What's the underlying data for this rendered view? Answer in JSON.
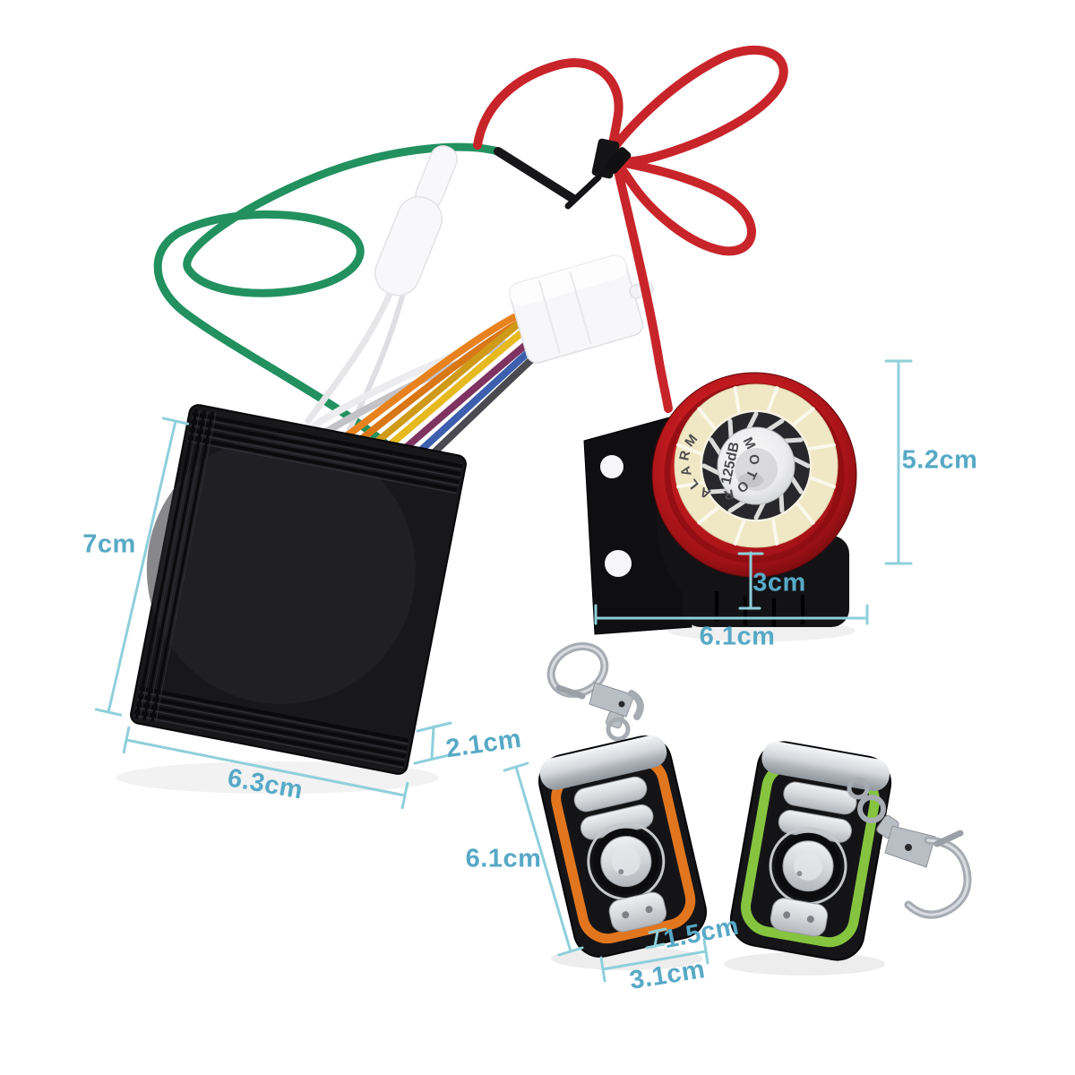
{
  "colors": {
    "background": "#ffffff",
    "annotation_line": "#8ecfdb",
    "annotation_text": "#57a9c6",
    "siren_red": "#c01a1f",
    "siren_cream": "#f0e7c4",
    "remote_accent_left": "#e2761e",
    "remote_accent_right": "#86c440",
    "wire_green": "#22915f",
    "wire_red": "#c8252b"
  },
  "dimensions": {
    "box_height": "7cm",
    "box_width": "6.3cm",
    "box_depth": "2.1cm",
    "siren_height": "5.2cm",
    "siren_base": "3cm",
    "siren_width": "6.1cm",
    "remote_height": "6.1cm",
    "remote_depth": "1.5cm",
    "remote_width": "3.1cm"
  },
  "siren": {
    "ring_text": "MOTOR ALARM",
    "db_text": "125dB"
  }
}
